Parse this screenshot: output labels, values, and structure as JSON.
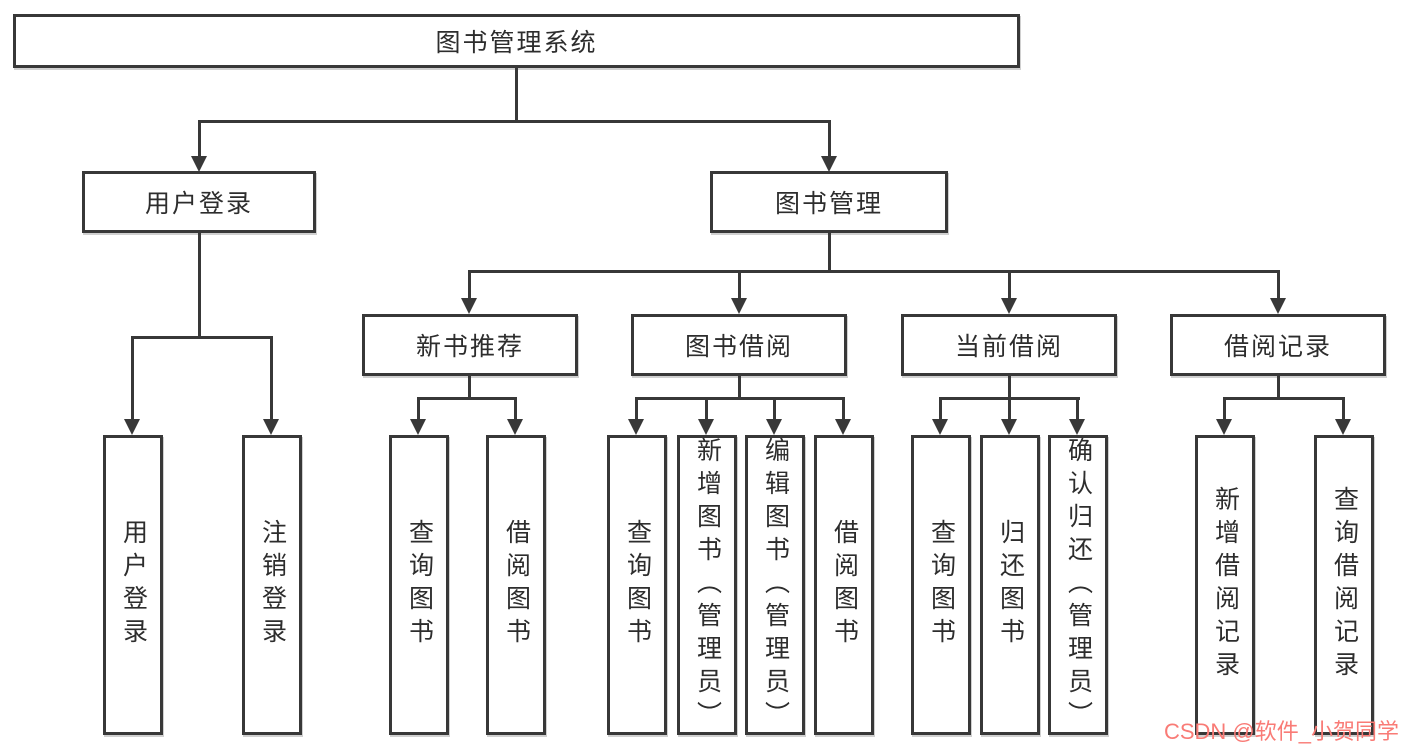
{
  "diagram": {
    "root": {
      "label": "图书管理系统"
    },
    "level2": [
      {
        "label": "用户登录"
      },
      {
        "label": "图书管理"
      }
    ],
    "level3": [
      {
        "label": "新书推荐"
      },
      {
        "label": "图书借阅"
      },
      {
        "label": "当前借阅"
      },
      {
        "label": "借阅记录"
      }
    ],
    "leaves": {
      "user_login": [
        {
          "label": "用户登录"
        },
        {
          "label": "注销登录"
        }
      ],
      "new_book": [
        {
          "label": "查询图书"
        },
        {
          "label": "借阅图书"
        }
      ],
      "borrow": [
        {
          "label": "查询图书"
        },
        {
          "label": "新增图书（管理员）"
        },
        {
          "label": "编辑图书（管理员）"
        },
        {
          "label": "借阅图书"
        }
      ],
      "current": [
        {
          "label": "查询图书"
        },
        {
          "label": "归还图书"
        },
        {
          "label": "确认归还（管理员）"
        }
      ],
      "records": [
        {
          "label": "新增借阅记录"
        },
        {
          "label": "查询借阅记录"
        }
      ]
    }
  },
  "watermark": {
    "text": "CSDN @软件_小贺同学"
  },
  "colors": {
    "line": "#383838",
    "box_background": "#ffffff",
    "text": "#2d2d2d",
    "watermark": "#f97b76"
  }
}
